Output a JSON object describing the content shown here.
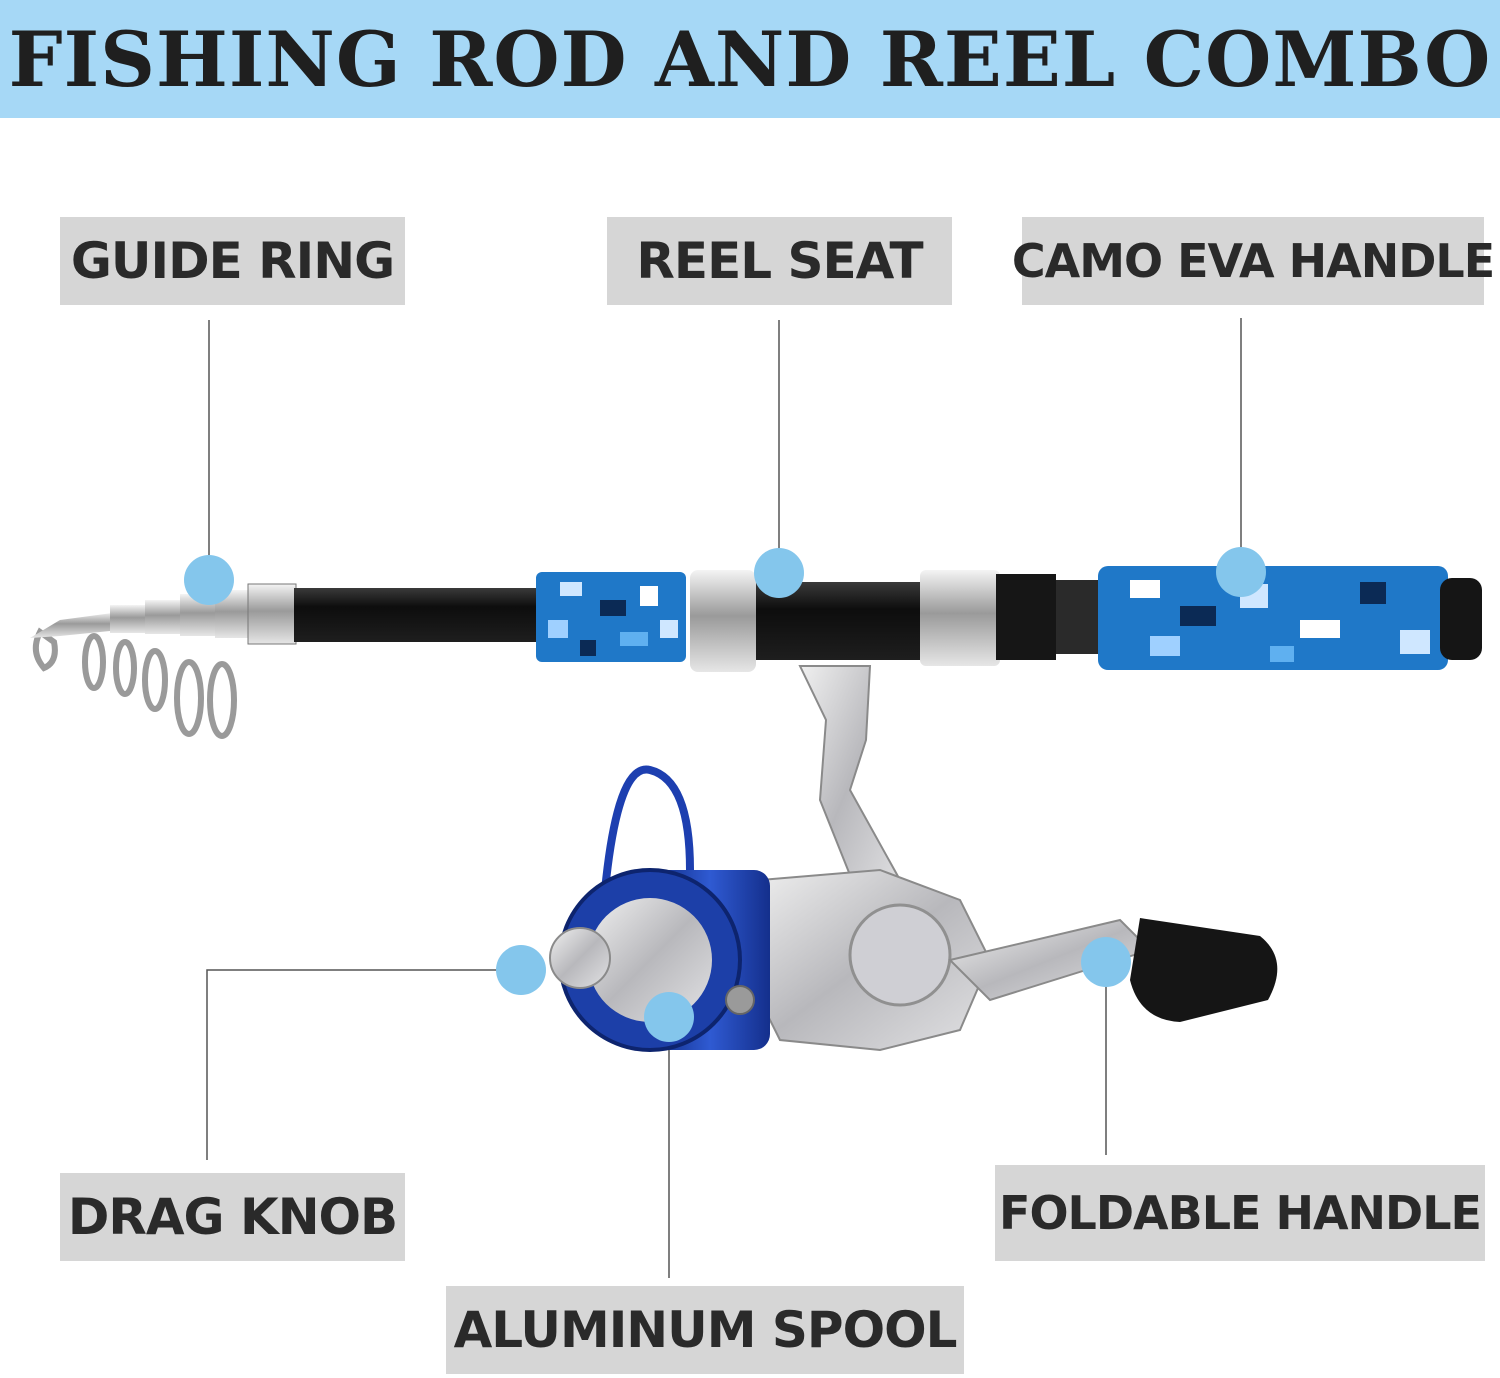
{
  "title": "FISHING ROD AND REEL COMBO",
  "labels": {
    "guide_ring": "GUIDE RING",
    "reel_seat": "REEL SEAT",
    "camo_handle": "CAMO EVA HANDLE",
    "drag_knob": "DRAG KNOB",
    "foldable_handle": "FOLDABLE HANDLE",
    "aluminum_spool": "ALUMINUM SPOOL"
  },
  "colors": {
    "banner": "#a6d8f6",
    "label_bg": "#d6d6d6",
    "callout_dot": "#84c6ec",
    "camo_blue": "#1f78c8",
    "spool_blue": "#1c3fa8"
  }
}
